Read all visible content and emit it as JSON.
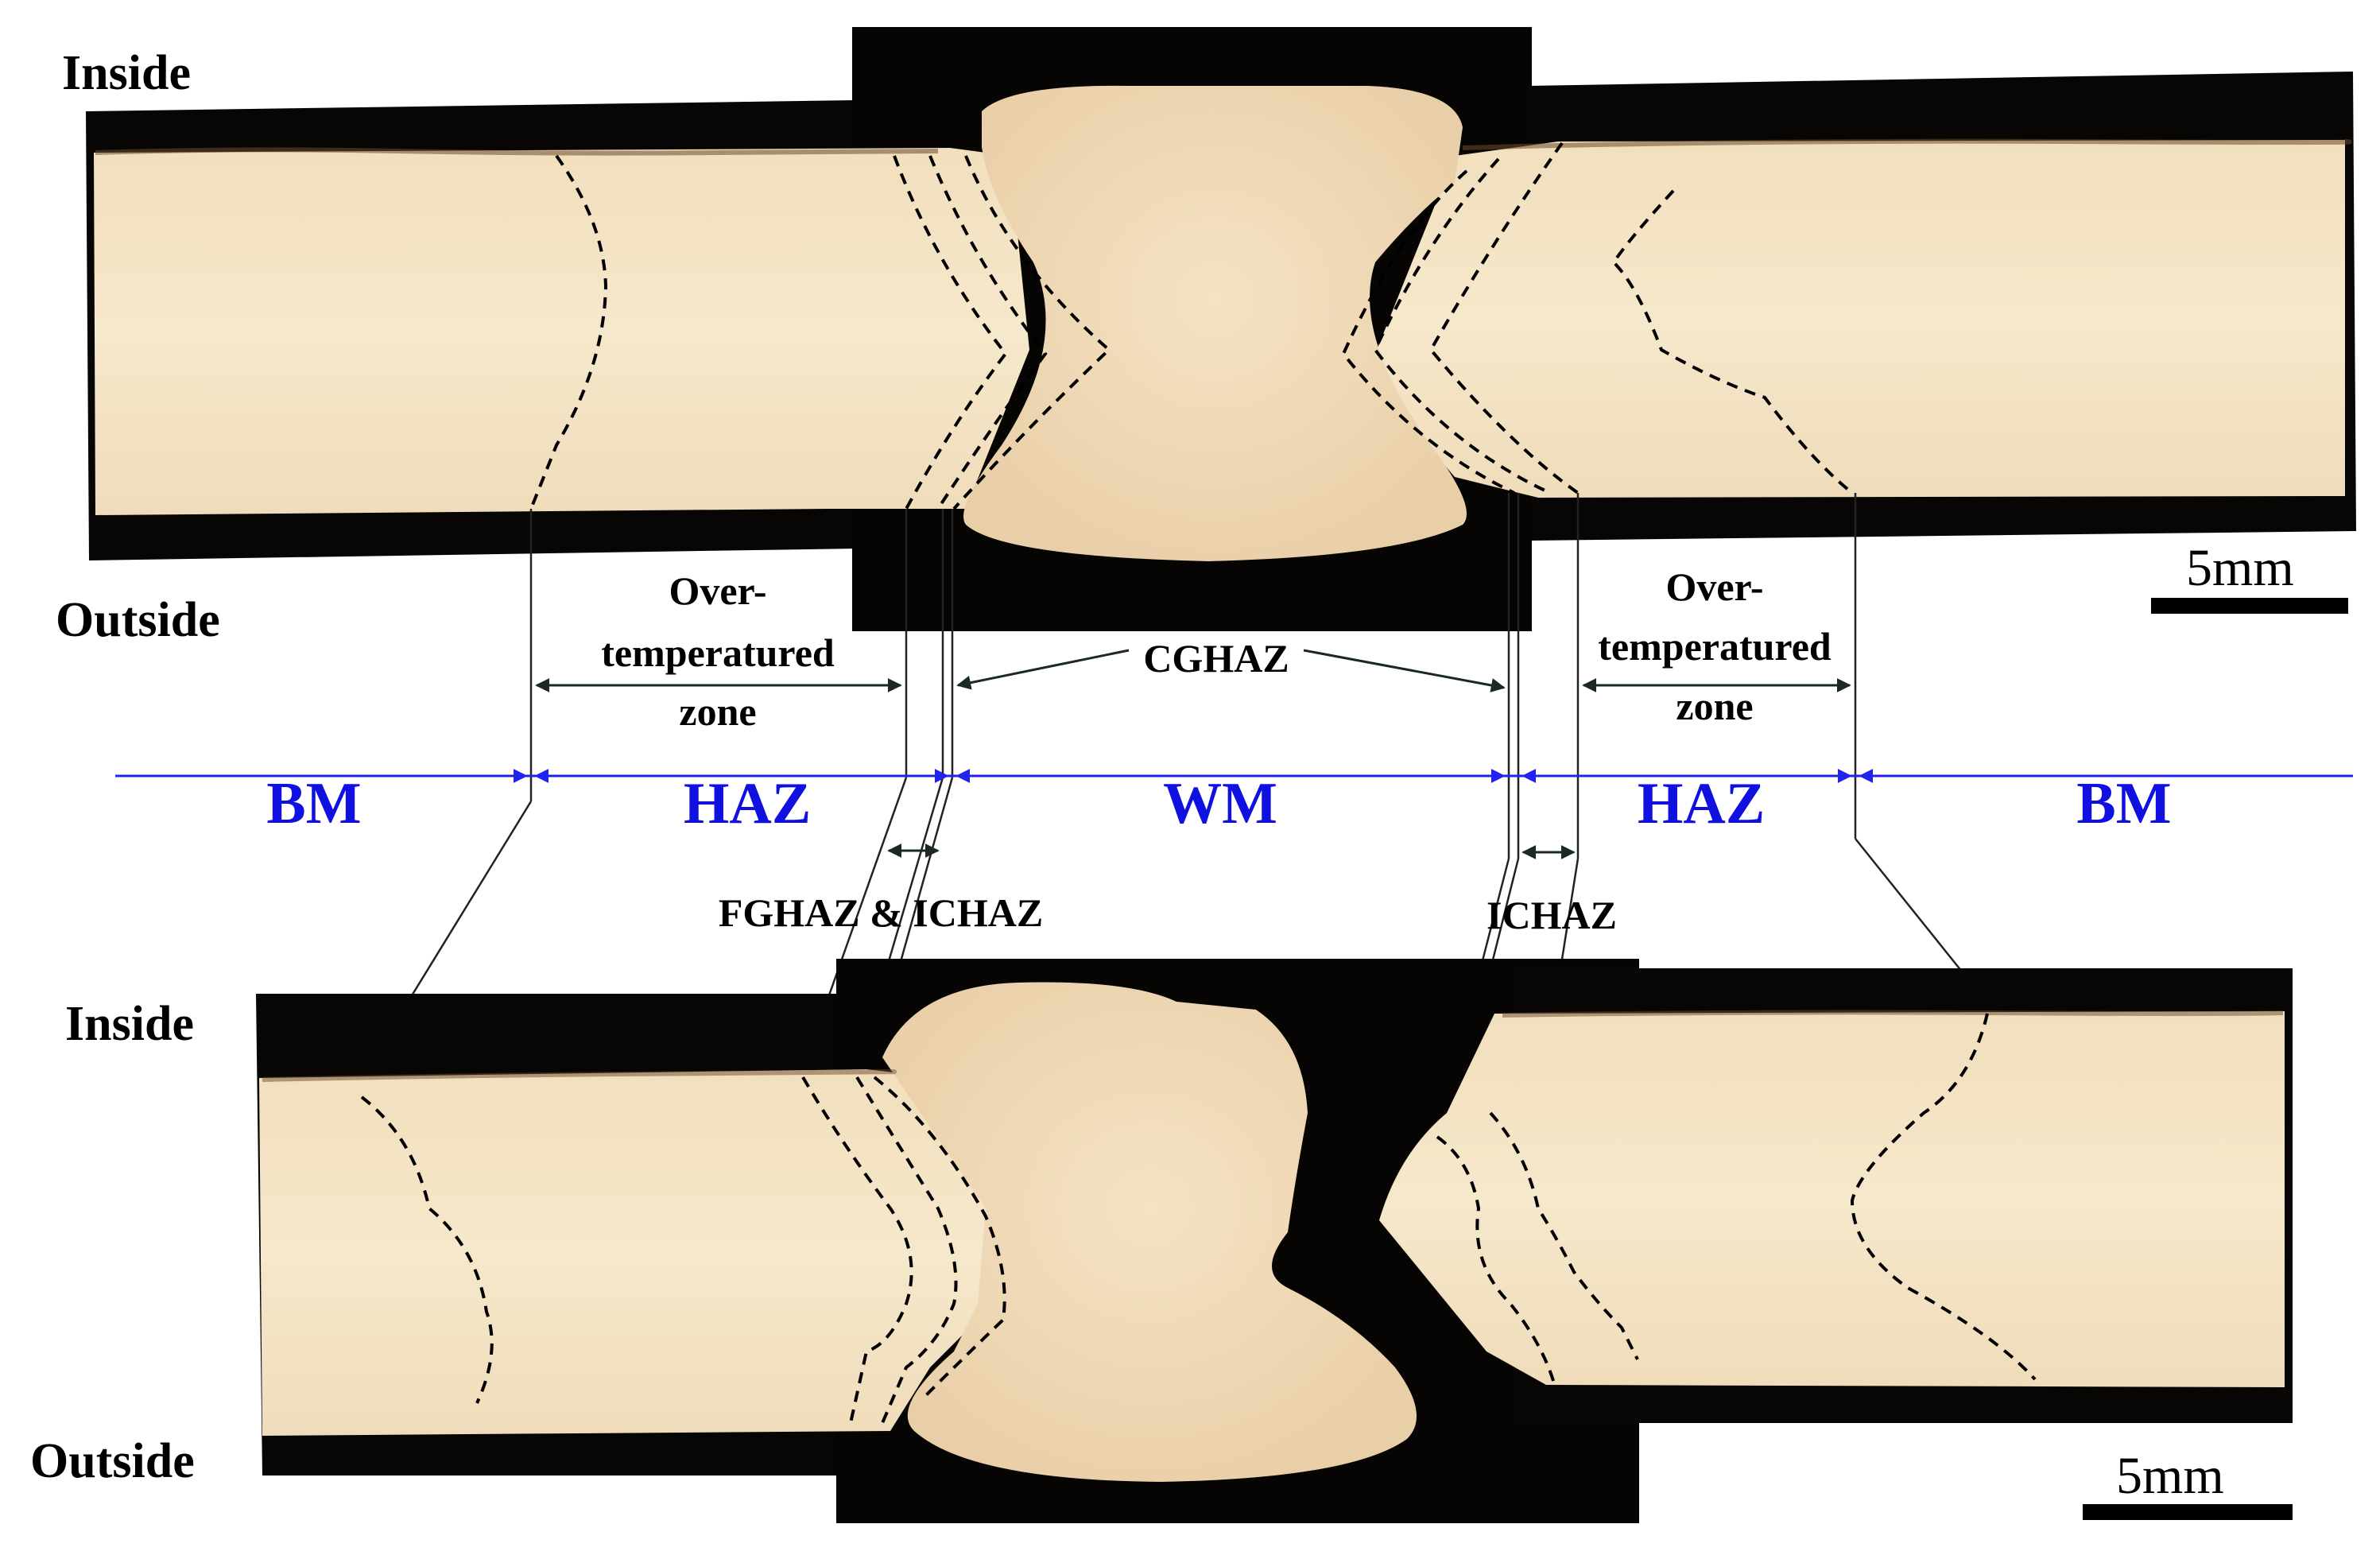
{
  "labels": {
    "top_inside": "Inside",
    "top_outside": "Outside",
    "bottom_inside": "Inside",
    "bottom_outside": "Outside",
    "scale_top": "5mm",
    "scale_bottom": "5mm",
    "overtemp_left": [
      "Over-",
      "temperatured",
      "zone"
    ],
    "overtemp_right": [
      "Over-",
      "temperatured",
      "zone"
    ],
    "cghaz": "CGHAZ",
    "fghaz_ichaz": "FGHAZ & ICHAZ",
    "ichaz": "ICHAZ"
  },
  "zones": [
    "BM",
    "HAZ",
    "WM",
    "HAZ",
    "BM"
  ],
  "colors": {
    "zone_text": "#1010e0",
    "zone_line": "#2222ee",
    "metal": "#f3e3c5",
    "metal_shade": "#e9d5b1",
    "background_dark": "#070503",
    "weld": "#f1d8b6",
    "arrow": "#1a2a22"
  }
}
